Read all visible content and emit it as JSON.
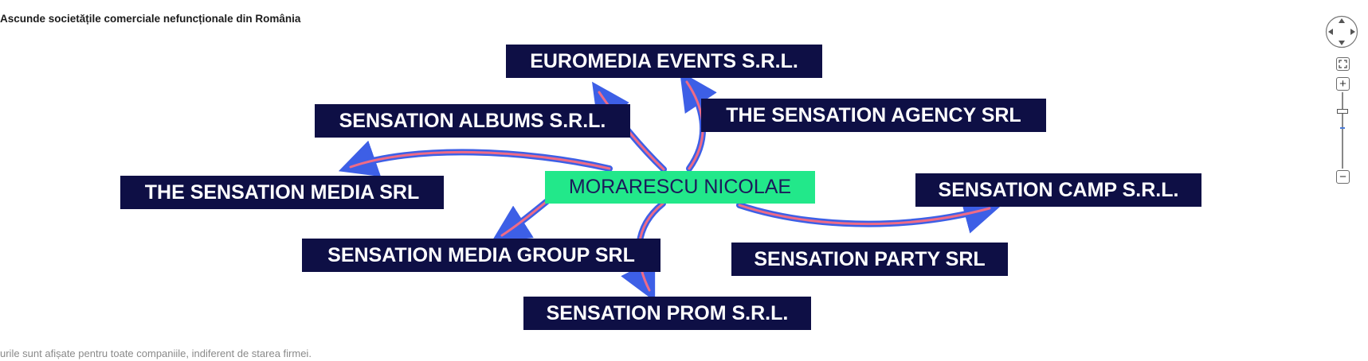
{
  "header": {
    "toggle_label": "Ascunde societățile comerciale nefuncționale din România"
  },
  "footer": {
    "note": "urile sunt afișate pentru toate companiile, indiferent de starea firmei."
  },
  "graph": {
    "center": {
      "label": "MORARESCU NICOLAE"
    },
    "companies": [
      "EUROMEDIA EVENTS S.R.L.",
      "SENSATION ALBUMS S.R.L.",
      "THE SENSATION AGENCY SRL",
      "THE SENSATION MEDIA SRL",
      "SENSATION CAMP S.R.L.",
      "SENSATION MEDIA GROUP SRL",
      "SENSATION PARTY SRL",
      "SENSATION PROM S.R.L."
    ]
  },
  "zoom": {
    "zoom_in": "+",
    "zoom_out": "−"
  },
  "colors": {
    "node_bg": "#0e0f45",
    "center_bg": "#22e88a",
    "edge_outer": "#3d5fe6",
    "edge_inner": "#ef6b86"
  }
}
